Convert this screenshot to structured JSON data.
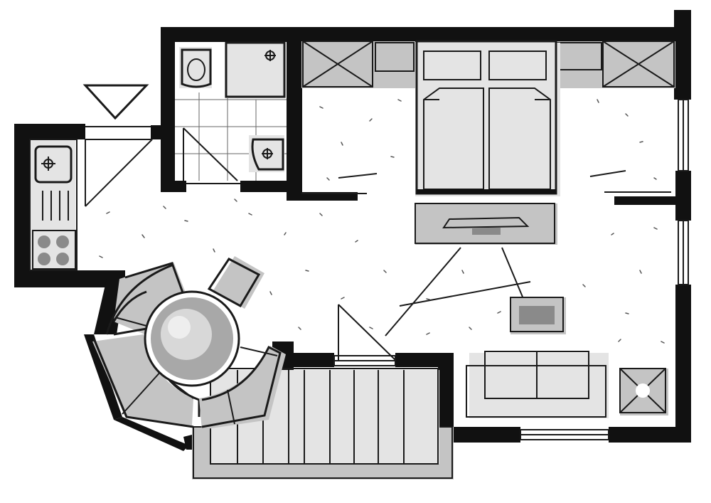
{
  "drawing": {
    "type": "architectural-floor-plan",
    "style": "hand-drawn marker sketch",
    "palette": {
      "ink": "#111111",
      "shade": "#c4c4c4",
      "light_shade": "#e4e4e4",
      "dark_shade": "#8a8a8a",
      "paper": "#ffffff"
    },
    "rooms": [
      "bathroom",
      "kitchenette",
      "living-sleeping-area",
      "staircase"
    ],
    "fixtures": [
      "toilet",
      "shower",
      "washbasin",
      "kitchen-sink",
      "cooktop",
      "double-bed",
      "wardrobes",
      "tv-console",
      "sofa",
      "armchair",
      "round-table",
      "curved-bench",
      "side-table",
      "stool",
      "entrance-marker"
    ]
  }
}
